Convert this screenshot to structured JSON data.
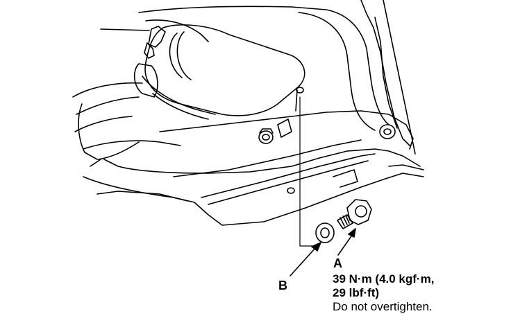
{
  "callouts": {
    "a": {
      "letter": "A",
      "torque_line1": "39 N·m (4.0 kgf·m,",
      "torque_line2": "29 lbf·ft)",
      "note": "Do not overtighten."
    },
    "b": {
      "letter": "B"
    }
  },
  "colors": {
    "ink": "#000000",
    "paper": "#ffffff"
  }
}
